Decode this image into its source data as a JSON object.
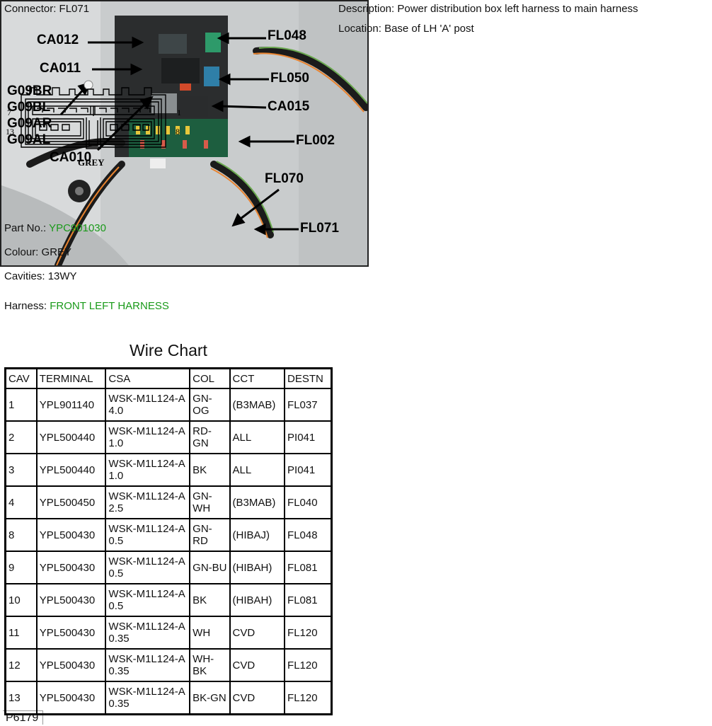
{
  "connector": {
    "label": "Connector:",
    "value": "FL071"
  },
  "description": {
    "label": "Description:",
    "value": "Power distribution box left harness to main harness"
  },
  "location": {
    "label": "Location:",
    "value": "Base of LH 'A' post"
  },
  "diagram": {
    "pin_top_left": "7",
    "pin_top_right": "1",
    "pin_bottom_left": "13",
    "pin_bottom_right": "8",
    "colour_label": "GREY"
  },
  "part_no": {
    "label": "Part No.:",
    "value": "YPC901030"
  },
  "colour": {
    "label": "Colour:",
    "value": "GREY"
  },
  "cavities": {
    "label": "Cavities:",
    "value": "13WY"
  },
  "harness": {
    "label": "Harness:",
    "value": "FRONT LEFT HARNESS"
  },
  "photo": {
    "id": "P6179",
    "callouts": {
      "ca012": "CA012",
      "ca011": "CA011",
      "g09br": "G09BR",
      "g09bl": "G09BL",
      "g09ar": "G09AR",
      "g09al": "G09AL",
      "ca010": "CA010",
      "fl048": "FL048",
      "fl050": "FL050",
      "ca015": "CA015",
      "fl002": "FL002",
      "fl070": "FL070",
      "fl071": "FL071"
    }
  },
  "wire_chart": {
    "title": "Wire Chart",
    "headers": [
      "CAV",
      "TERMINAL",
      "CSA",
      "COL",
      "CCT",
      "DESTN"
    ],
    "rows": [
      [
        "1",
        "YPL901140",
        "WSK-M1L124-A 4.0",
        "GN-OG",
        "(B3MAB)",
        "FL037"
      ],
      [
        "2",
        "YPL500440",
        "WSK-M1L124-A 1.0",
        "RD-GN",
        "ALL",
        "PI041"
      ],
      [
        "3",
        "YPL500440",
        "WSK-M1L124-A 1.0",
        "BK",
        "ALL",
        "PI041"
      ],
      [
        "4",
        "YPL500450",
        "WSK-M1L124-A 2.5",
        "GN-WH",
        "(B3MAB)",
        "FL040"
      ],
      [
        "8",
        "YPL500430",
        "WSK-M1L124-A 0.5",
        "GN-RD",
        "(HIBAJ)",
        "FL048"
      ],
      [
        "9",
        "YPL500430",
        "WSK-M1L124-A 0.5",
        "GN-BU",
        "(HIBAH)",
        "FL081"
      ],
      [
        "10",
        "YPL500430",
        "WSK-M1L124-A 0.5",
        "BK",
        "(HIBAH)",
        "FL081"
      ],
      [
        "11",
        "YPL500430",
        "WSK-M1L124-A 0.35",
        "WH",
        "CVD",
        "FL120"
      ],
      [
        "12",
        "YPL500430",
        "WSK-M1L124-A 0.35",
        "WH-BK",
        "CVD",
        "FL120"
      ],
      [
        "13",
        "YPL500430",
        "WSK-M1L124-A 0.35",
        "BK-GN",
        "CVD",
        "FL120"
      ]
    ]
  },
  "colors": {
    "accent_green": "#1a9a1a"
  }
}
